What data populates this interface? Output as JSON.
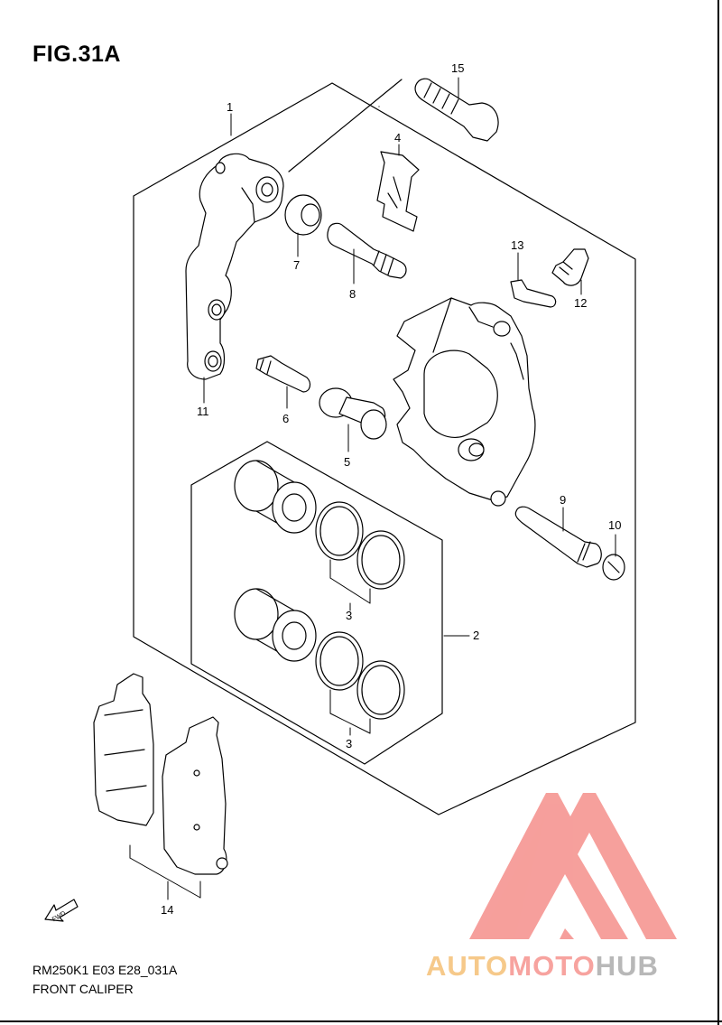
{
  "figure": {
    "title": "FIG.31A",
    "model_code": "RM250K1 E03 E28_031A",
    "caption": "FRONT CALIPER"
  },
  "callouts": {
    "c1": "1",
    "c2": "2",
    "c3a": "3",
    "c3b": "3",
    "c4": "4",
    "c5": "5",
    "c6": "6",
    "c7": "7",
    "c8": "8",
    "c9": "9",
    "c10": "10",
    "c11": "11",
    "c12": "12",
    "c13": "13",
    "c14": "14",
    "c15": "15"
  },
  "fwd_label": "FWD",
  "watermark": {
    "part1": "AUTO",
    "part2": "MOTO",
    "part3": "HUB",
    "colors": {
      "auto": "#f6c98a",
      "moto": "#f7a39f",
      "hub": "#b8b8b8",
      "logo": "#f58f8b"
    }
  }
}
